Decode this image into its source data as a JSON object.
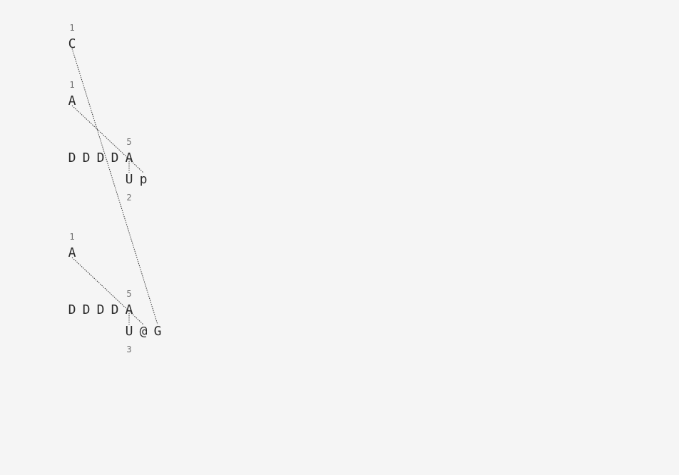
{
  "diagram": {
    "background": "#f5f5f5",
    "ink": "#2a2a2a",
    "number_color": "#6f6f6f",
    "connector_style": "dotted",
    "blocks": [
      {
        "id": "block1",
        "rows": [
          {
            "id": "c-row",
            "top_number": "1",
            "glyphs": [
              "C"
            ]
          }
        ]
      },
      {
        "id": "block2",
        "rows": [
          {
            "id": "a-row",
            "top_number": "1",
            "glyphs": [
              "A"
            ]
          },
          {
            "id": "d-row",
            "top_number": "5",
            "glyphs": [
              "D",
              "D",
              "D",
              "D",
              "A"
            ]
          },
          {
            "id": "u-row",
            "glyphs": [
              "U",
              "p"
            ],
            "bottom_number": "2"
          }
        ]
      },
      {
        "id": "block3",
        "rows": [
          {
            "id": "a-row",
            "top_number": "1",
            "glyphs": [
              "A"
            ]
          },
          {
            "id": "d-row",
            "top_number": "5",
            "glyphs": [
              "D",
              "D",
              "D",
              "D",
              "A"
            ]
          },
          {
            "id": "u-row",
            "glyphs": [
              "U",
              "@",
              "G"
            ],
            "bottom_number": "3"
          }
        ]
      }
    ],
    "connectors": [
      {
        "from": "block1.C",
        "to": "block3.G"
      },
      {
        "from": "block2.A",
        "to": "block2.p"
      },
      {
        "from": "block2.A5",
        "to": "block2.U"
      },
      {
        "from": "block3.A",
        "to": "block3.@"
      },
      {
        "from": "block3.A5",
        "to": "block3.U"
      }
    ]
  }
}
